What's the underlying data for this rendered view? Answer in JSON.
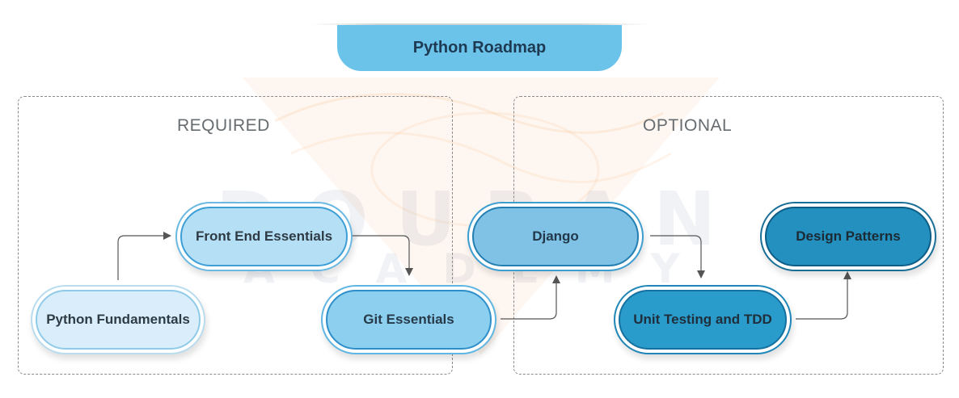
{
  "header": {
    "title": "Python Roadmap"
  },
  "groups": {
    "required": {
      "title": "REQUIRED"
    },
    "optional": {
      "title": "OPTIONAL"
    }
  },
  "nodes": {
    "python_fundamentals": "Python Fundamentals",
    "front_end_essentials": "Front End Essentials",
    "git_essentials": "Git Essentials",
    "django": "Django",
    "unit_testing": "Unit Testing and TDD",
    "design_patterns": "Design Patterns"
  },
  "watermark": {
    "main": "DOURAN",
    "sub": "ACADEMY"
  },
  "colors": {
    "header": "#6cc3ea",
    "node_light": "#d9eefa",
    "node_mid": "#b5dff5",
    "node_blue": "#8ccfee",
    "node_django": "#7fc2e6",
    "node_deep": "#2a9ccc",
    "node_dark": "#2390bf",
    "watermark_orange": "#f6b27a"
  }
}
